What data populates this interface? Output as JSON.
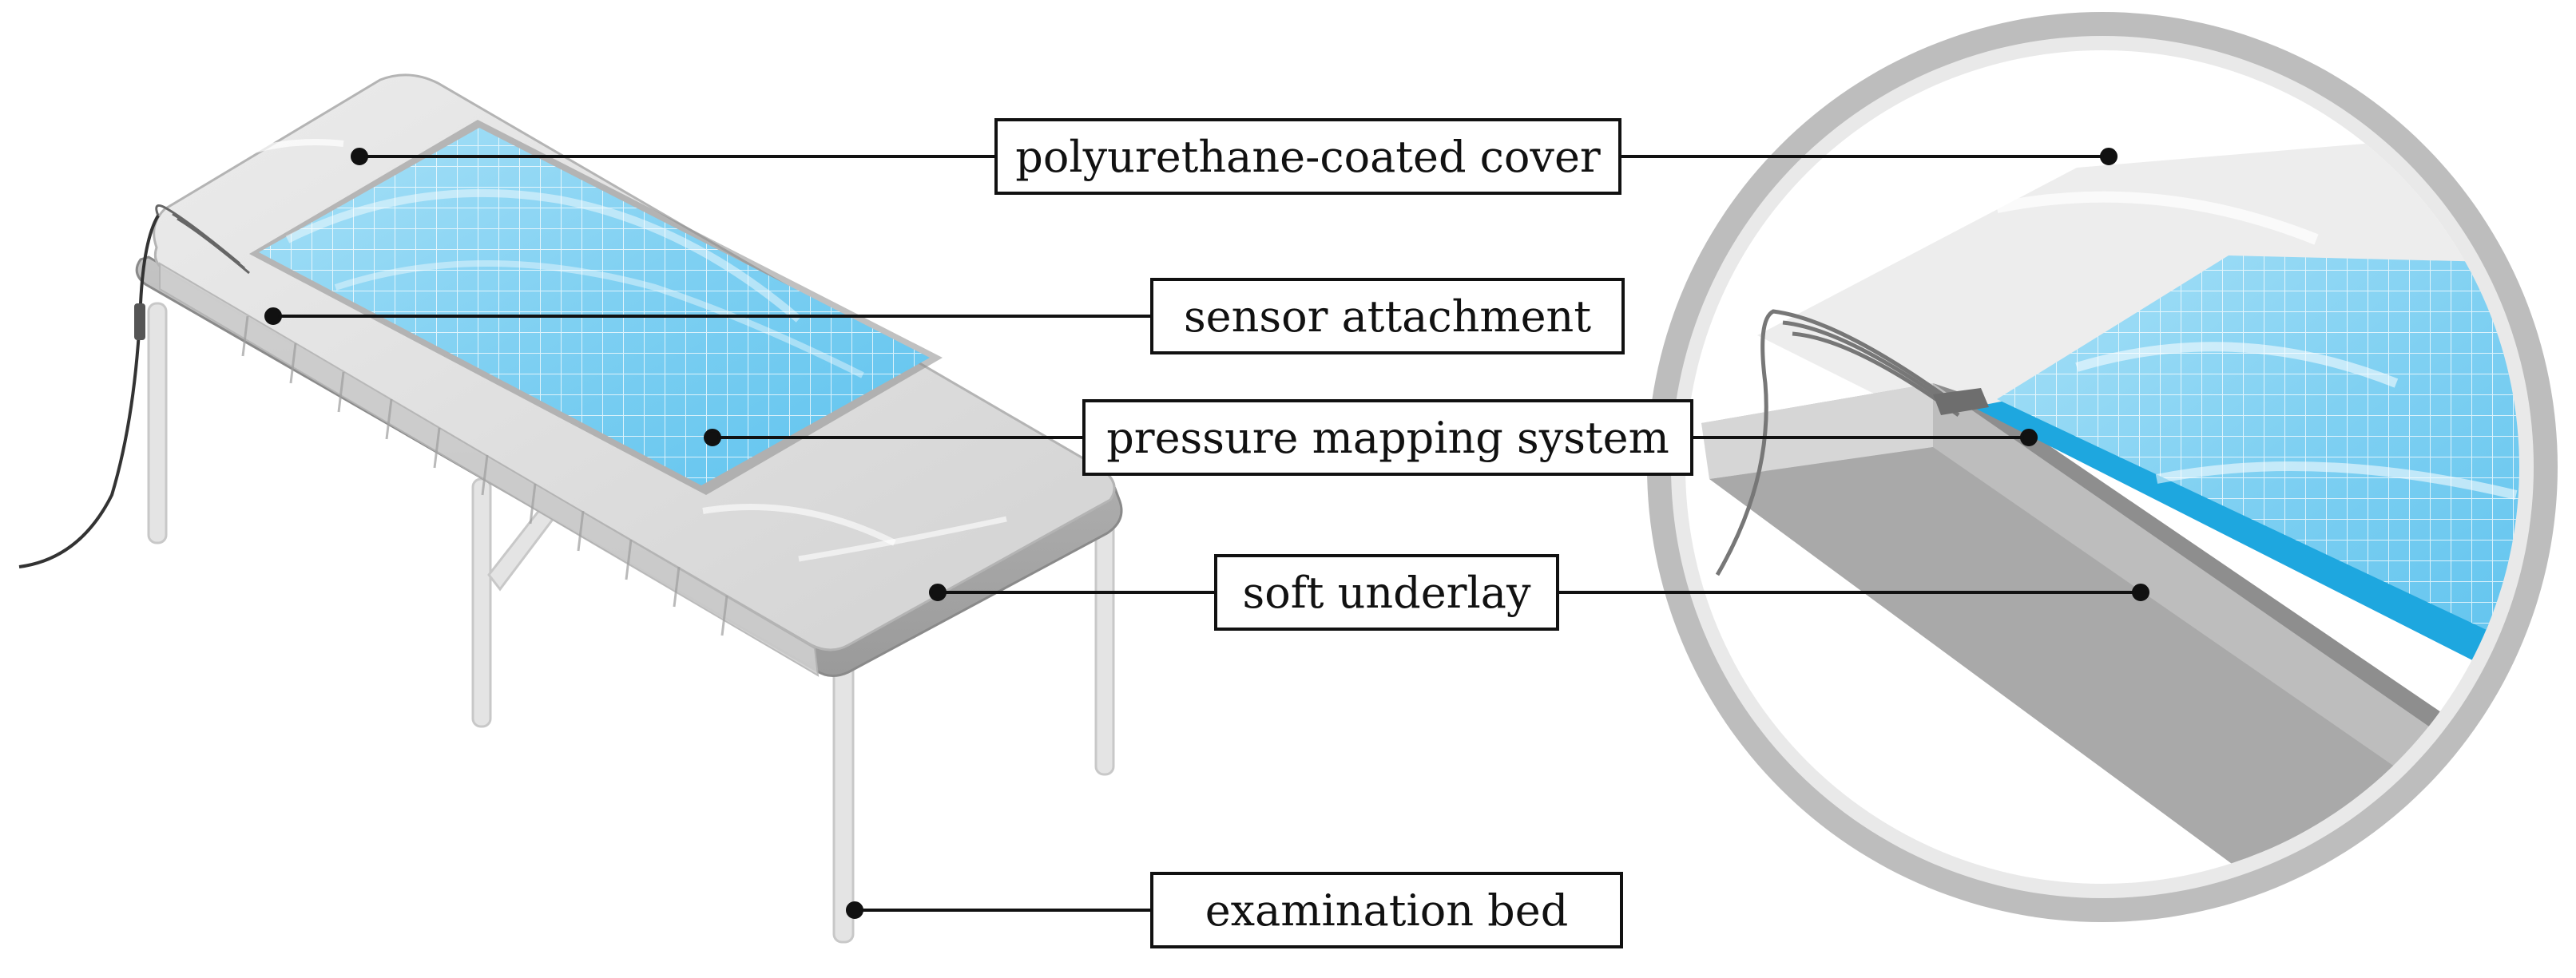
{
  "labels": {
    "cover": "polyurethane-coated cover",
    "sensor": "sensor attachment",
    "pressure": "pressure mapping system",
    "underlay": "soft underlay",
    "bed": "examination bed"
  },
  "colors": {
    "sensor_blue": "#7fd0f2",
    "sensor_grid": "#ffffff",
    "frame_gray": "#a8a8a8",
    "cover_gray": "#dcdcdc",
    "leg_gray": "#e2e2e2",
    "line": "#111111",
    "cable": "#333333"
  },
  "icons": {
    "leader_dot": "filled-circle"
  }
}
